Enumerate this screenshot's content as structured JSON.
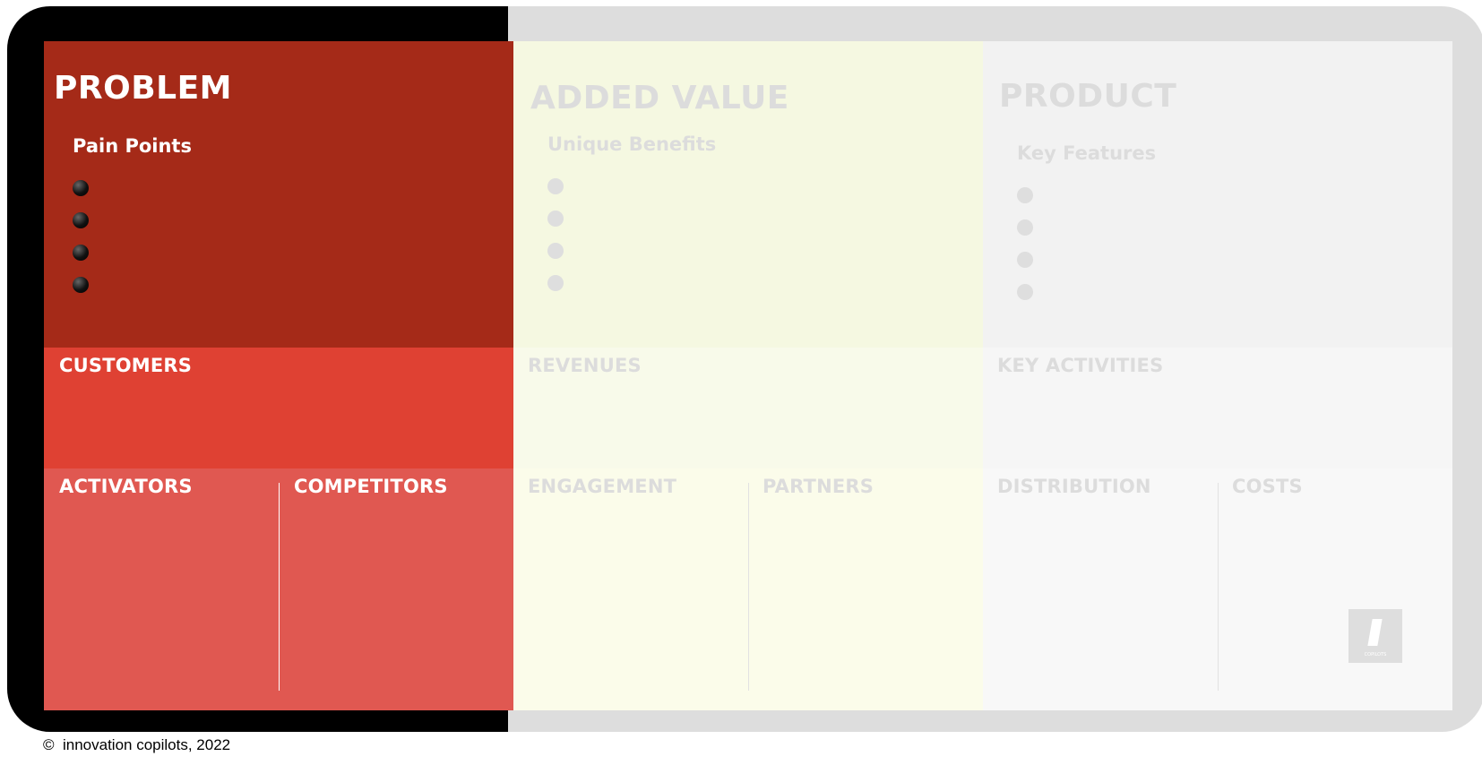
{
  "problem": {
    "title": "PROBLEM",
    "subtitle": "Pain Points",
    "bullet_count": 4,
    "color": "#a52a18"
  },
  "customers": {
    "title": "CUSTOMERS",
    "color": "#df4133"
  },
  "activators": {
    "title": "ACTIVATORS"
  },
  "competitors": {
    "title": "COMPETITORS"
  },
  "added_value": {
    "title": "ADDED VALUE",
    "subtitle": "Unique Benefits",
    "bullet_count": 4,
    "color": "#f5f8e1"
  },
  "revenues": {
    "title": "REVENUES"
  },
  "engagement": {
    "title": "ENGAGEMENT"
  },
  "partners": {
    "title": "PARTNERS"
  },
  "product": {
    "title": "PRODUCT",
    "subtitle": "Key Features",
    "bullet_count": 4,
    "color": "#f2f2f2"
  },
  "key_activities": {
    "title": "KEY ACTIVITIES"
  },
  "distribution": {
    "title": "DISTRIBUTION"
  },
  "costs": {
    "title": "COSTS"
  },
  "logo": {
    "caption": "COPILOTS",
    "icon": "innovation-copilots-logo"
  },
  "footer": {
    "copyright_symbol": "©",
    "text": "innovation copilots, 2022"
  }
}
